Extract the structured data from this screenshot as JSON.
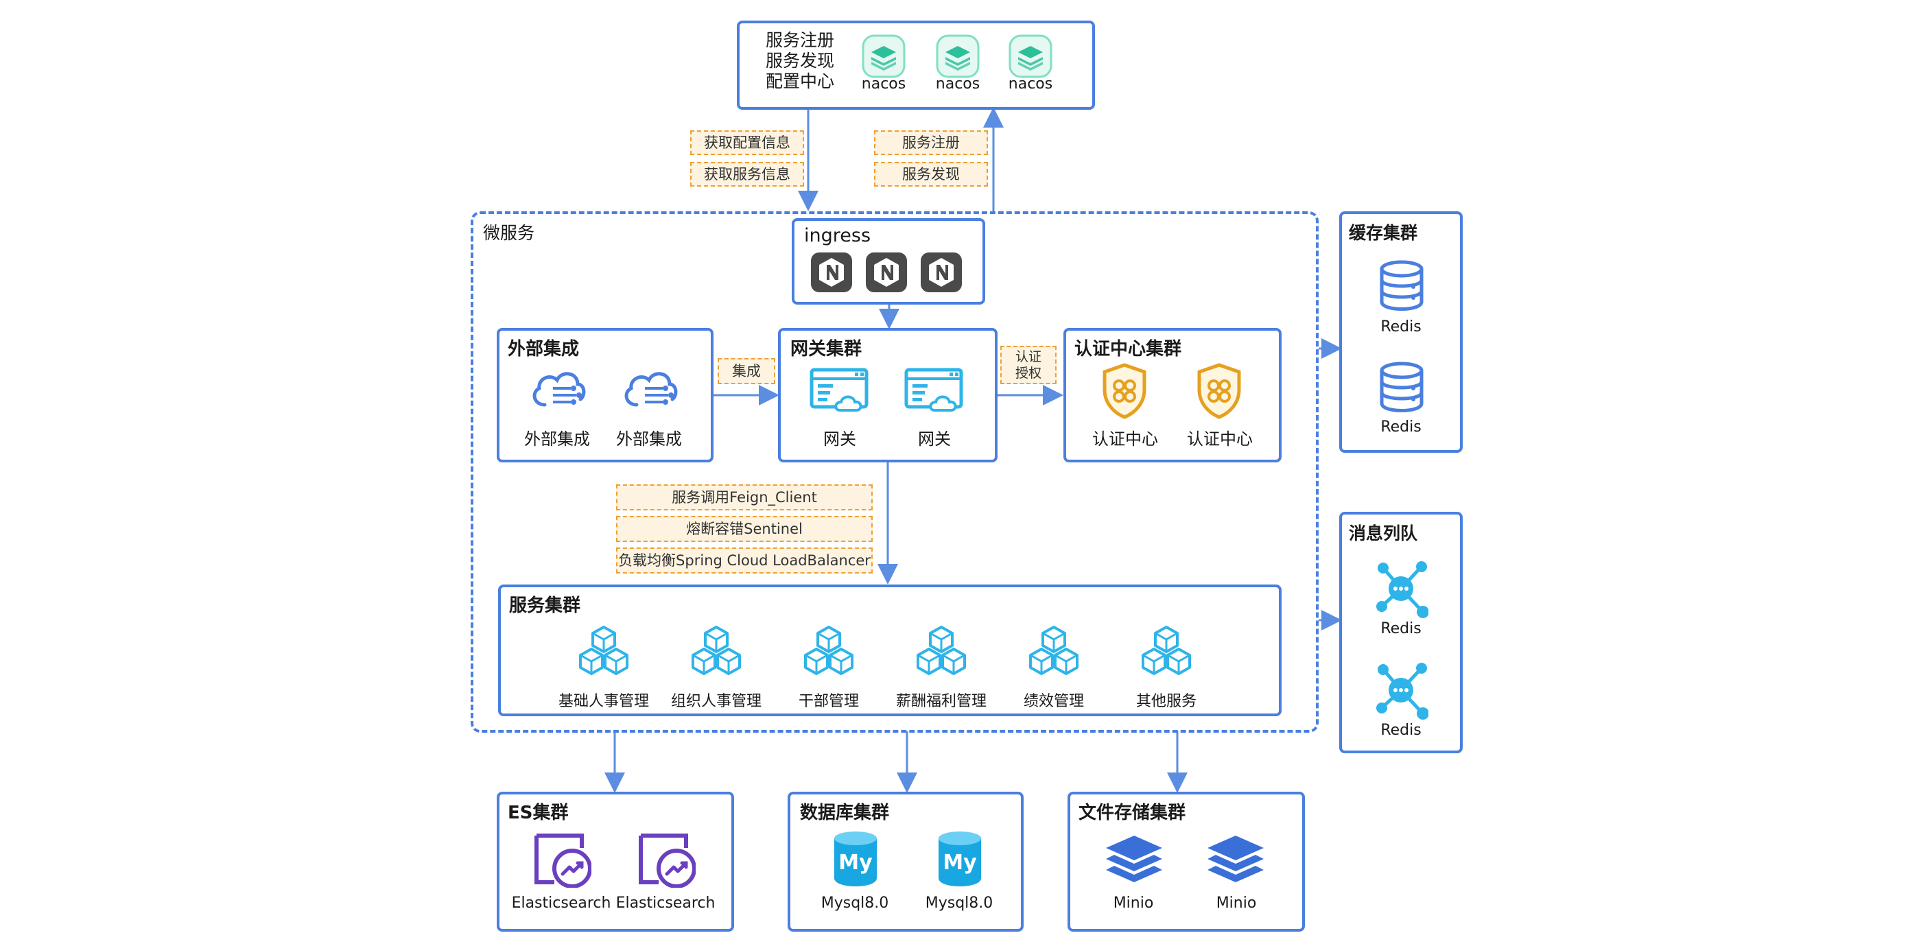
{
  "registry": {
    "lines": [
      "服务注册",
      "服务发现",
      "配置中心"
    ],
    "nodes": [
      "nacos",
      "nacos",
      "nacos"
    ]
  },
  "tags": {
    "get_config": "获取配置信息",
    "get_service": "获取服务信息",
    "register": "服务注册",
    "discover": "服务发现",
    "integrate": "集成",
    "auth": "认证授权",
    "feign": "服务调用Feign_Client",
    "sentinel": "熔断容错Sentinel",
    "lb": "负载均衡Spring Cloud LoadBalancer"
  },
  "microservice": {
    "title": "微服务"
  },
  "ingress": {
    "title": "ingress",
    "icon": "nginx-icon"
  },
  "external": {
    "title": "外部集成",
    "items": [
      "外部集成",
      "外部集成"
    ]
  },
  "gateway": {
    "title": "网关集群",
    "items": [
      "网关",
      "网关"
    ]
  },
  "auth_center": {
    "title": "认证中心集群",
    "items": [
      "认证中心",
      "认证中心"
    ]
  },
  "services": {
    "title": "服务集群",
    "items": [
      "基础人事管理",
      "组织人事管理",
      "干部管理",
      "薪酬福利管理",
      "绩效管理",
      "其他服务"
    ]
  },
  "cache": {
    "title": "缓存集群",
    "items": [
      "Redis",
      "Redis"
    ]
  },
  "mq": {
    "title": "消息列队",
    "items": [
      "Redis",
      "Redis"
    ]
  },
  "es": {
    "title": "ES集群",
    "items": [
      "Elasticsearch",
      "Elasticsearch"
    ]
  },
  "db": {
    "title": "数据库集群",
    "items": [
      "Mysql8.0",
      "Mysql8.0"
    ],
    "icon_text": "My"
  },
  "fs": {
    "title": "文件存储集群",
    "items": [
      "Minio",
      "Minio"
    ]
  },
  "colors": {
    "frame": "#4a7fe0",
    "tag_border": "#f0a030",
    "tag_bg": "#fdf3e0",
    "nacos": "#2bbf9a",
    "cyan": "#2eb4e8",
    "gold": "#e6a020",
    "purple": "#6a3fc0"
  }
}
